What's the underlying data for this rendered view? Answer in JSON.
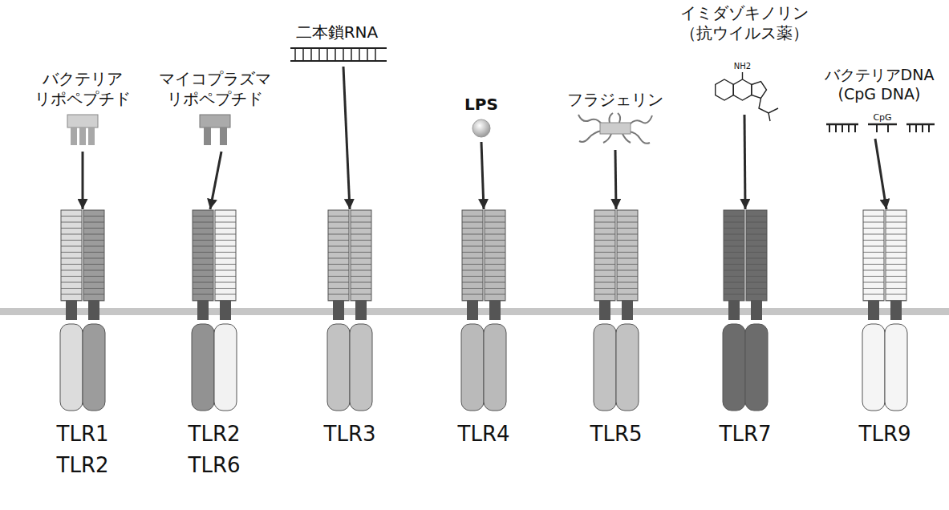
{
  "diagram": {
    "nodes": [
      {
        "text": [
          "バクテリア リポペプチド"
        ]
      },
      {
        "text": [
          "マイコプラズマ リポペプチド"
        ]
      },
      {
        "text": [
          "二本鎖RNA"
        ]
      },
      {
        "text": [
          "LPS"
        ]
      },
      {
        "text": [
          "フラジェリン"
        ]
      },
      {
        "text": [
          "イミダゾキノリン",
          "（抗ウイルス薬）"
        ]
      },
      {
        "text": [
          "バクテリアDNA",
          "(CpG DNA)"
        ]
      },
      {
        "text": [
          "TLR1",
          "TLR2"
        ]
      },
      {
        "text": [
          "TLR2",
          "TLR6"
        ]
      },
      {
        "text": [
          "TLR3"
        ]
      },
      {
        "text": [
          "TLR4"
        ]
      },
      {
        "text": [
          "TLR5"
        ]
      },
      {
        "text": [
          "TLR7"
        ]
      },
      {
        "text": [
          "TLR9"
        ]
      }
    ],
    "edges": [
      {
        "from": 0,
        "to": 7,
        "arrow": "to"
      },
      {
        "from": 1,
        "to": 8,
        "arrow": "to"
      },
      {
        "from": 2,
        "to": 9,
        "arrow": "to"
      },
      {
        "from": 3,
        "to": 10,
        "arrow": "to"
      },
      {
        "from": 4,
        "to": 11,
        "arrow": "to"
      },
      {
        "from": 5,
        "to": 12,
        "arrow": "to"
      },
      {
        "from": 6,
        "to": 13,
        "arrow": "to"
      }
    ],
    "labels": [
      "CpG",
      "NH2"
    ]
  }
}
